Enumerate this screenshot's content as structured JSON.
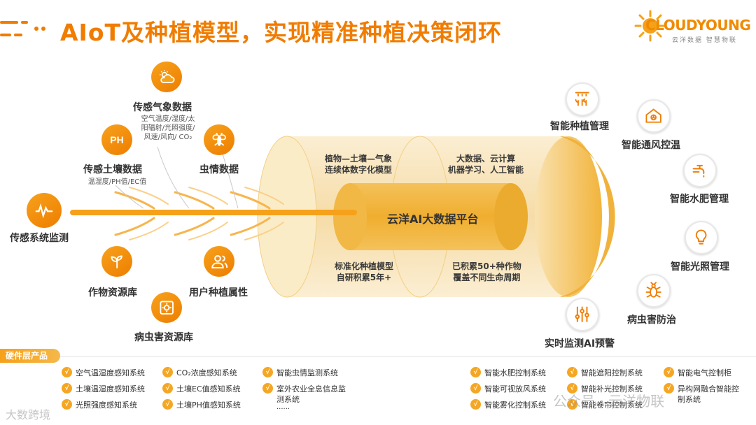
{
  "title": "AIoT及种植模型，实现精准种植决策闭环",
  "logo": {
    "name": "CLOUDYOUNG",
    "tagline": "云洋数据  智慧物联"
  },
  "left_nodes": {
    "weather": {
      "label": "传感气象数据",
      "detail": [
        "空气温度/湿度/太",
        "阳辐射/光照强度/",
        "风速/风向/ CO₂"
      ],
      "icon": "cloud-sun-icon"
    },
    "soil": {
      "label": "传感土壤数据",
      "detail": "温湿度/PH值/EC值",
      "icon_text": "PH"
    },
    "pest": {
      "label": "虫情数据",
      "icon": "insect-icon"
    },
    "monitor": {
      "label": "传感系统监测",
      "icon": "waveform-icon"
    },
    "crop": {
      "label": "作物资源库",
      "icon": "sprout-icon"
    },
    "user": {
      "label": "用户种植属性",
      "icon": "user-icon"
    },
    "disease": {
      "label": "病虫害资源库",
      "icon": "gear-box-icon"
    }
  },
  "cylinder": {
    "top_left": [
      "植物—土壤—气象",
      "连续体数字化模型"
    ],
    "top_right": [
      "大数据、云计算",
      "机器学习、人工智能"
    ],
    "platform": "云洋AI大数据平台",
    "bottom_left": [
      "标准化种植模型",
      "自研积累5年+"
    ],
    "bottom_right": [
      "已积累50+种作物",
      "覆盖不同生命周期"
    ]
  },
  "right_nodes": [
    {
      "label": "智能种植管理",
      "icon": "plant-sprinkler-icon"
    },
    {
      "label": "智能通风控温",
      "icon": "house-fan-icon"
    },
    {
      "label": "智能水肥管理",
      "icon": "faucet-icon"
    },
    {
      "label": "智能光照管理",
      "icon": "bulb-icon"
    },
    {
      "label": "病虫害防治",
      "icon": "bug-icon"
    },
    {
      "label": "实时监测AI预警",
      "icon": "sliders-icon"
    }
  ],
  "hardware": {
    "tag": "硬件层产品",
    "check": "√",
    "col1": [
      "空气温湿度感知系统",
      "土壤温湿度感知系统",
      "光照强度感知系统"
    ],
    "col2": [
      "CO₂浓度感知系统",
      "土壤EC值感知系统",
      "土壤PH值感知系统"
    ],
    "col3": [
      "智能虫情监测系统",
      "室外农业全息信息监",
      "测系统",
      "......"
    ],
    "col4": [
      "智能水肥控制系统",
      "智能可视放风系统",
      "智能雾化控制系统"
    ],
    "col5": [
      "智能遮阳控制系统",
      "智能补光控制系统",
      "智能卷帘控制系统"
    ],
    "col6": [
      "智能电气控制柜",
      "异构网融合智能控",
      "制系统"
    ]
  },
  "watermarks": {
    "left": "大数跨境",
    "right": "公众号 · 云洋物联"
  },
  "colors": {
    "accent": "#f07c00",
    "gold": "#f3b43a",
    "title": "#f07c00"
  }
}
